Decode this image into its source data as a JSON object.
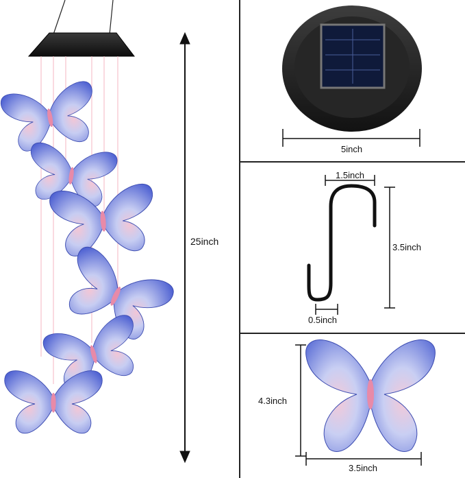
{
  "product": {
    "overall_length": "25inch",
    "solar_panel_diameter": "5inch",
    "hook": {
      "width": "1.5inch",
      "height": "3.5inch",
      "opening": "0.5inch"
    },
    "butterfly": {
      "height": "4.3inch",
      "width": "3.5inch"
    }
  },
  "colors": {
    "butterfly_blue": "#5c6fd8",
    "butterfly_light": "#c7cdf2",
    "butterfly_pink": "#e88aa8",
    "cap_black": "#1c1c1c",
    "string_pink": "#f4b6c0",
    "hook_black": "#111111"
  }
}
